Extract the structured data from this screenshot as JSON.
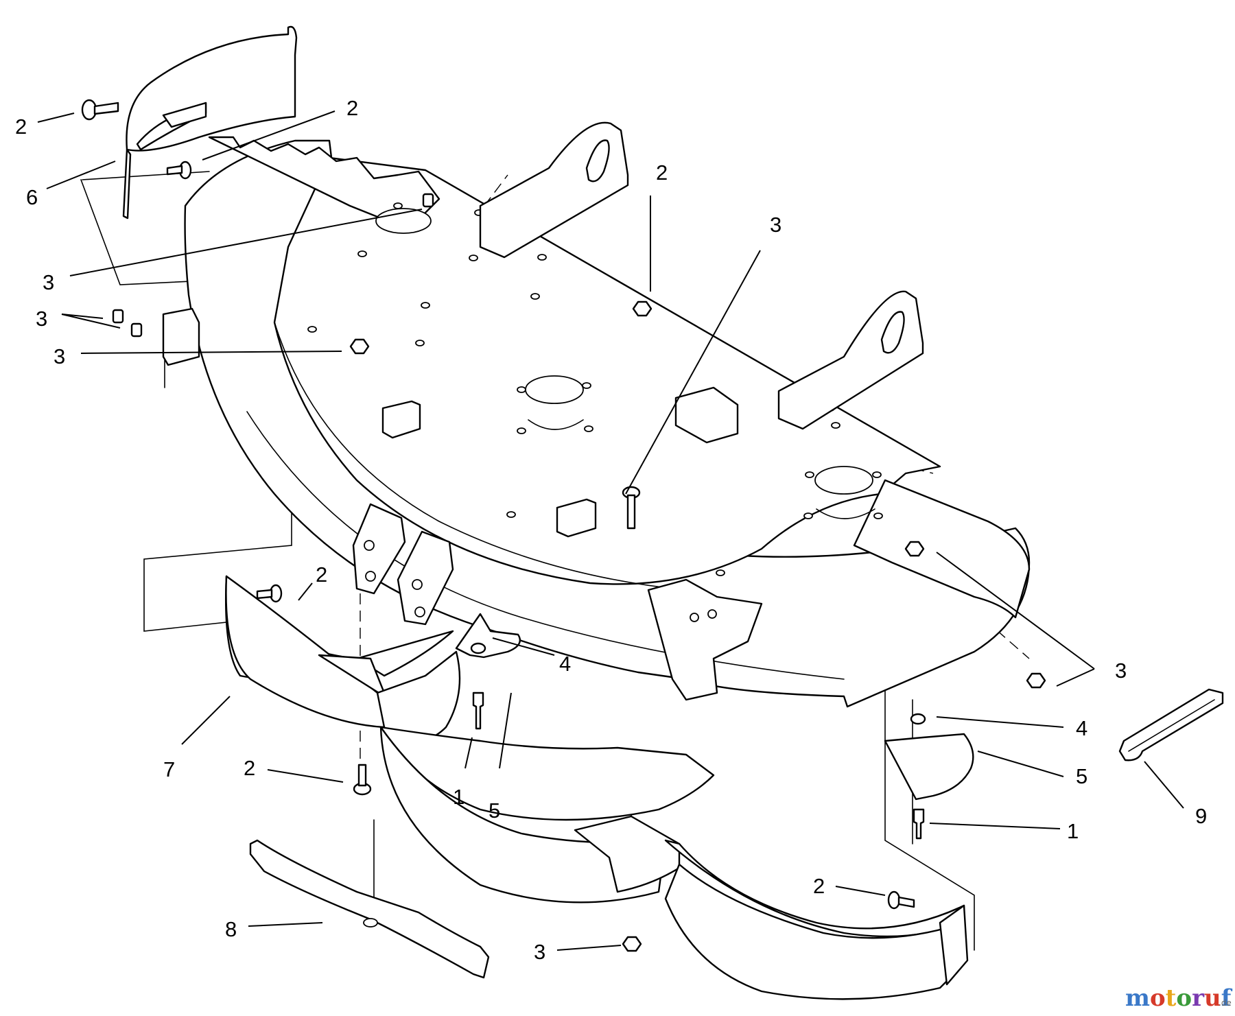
{
  "callouts": [
    {
      "id": "c1",
      "label": "2"
    },
    {
      "id": "c2",
      "label": "2"
    },
    {
      "id": "c3",
      "label": "6"
    },
    {
      "id": "c4",
      "label": "3"
    },
    {
      "id": "c5",
      "label": "3"
    },
    {
      "id": "c6",
      "label": "3"
    },
    {
      "id": "c7",
      "label": "3"
    },
    {
      "id": "c8",
      "label": "2"
    },
    {
      "id": "c9",
      "label": "2"
    },
    {
      "id": "c10",
      "label": "4"
    },
    {
      "id": "c11",
      "label": "3"
    },
    {
      "id": "c12",
      "label": "7"
    },
    {
      "id": "c13",
      "label": "2"
    },
    {
      "id": "c14",
      "label": "1"
    },
    {
      "id": "c15",
      "label": "5"
    },
    {
      "id": "c16",
      "label": "4"
    },
    {
      "id": "c17",
      "label": "5"
    },
    {
      "id": "c18",
      "label": "9"
    },
    {
      "id": "c19",
      "label": "1"
    },
    {
      "id": "c20",
      "label": "2"
    },
    {
      "id": "c21",
      "label": "8"
    },
    {
      "id": "c22",
      "label": "3"
    }
  ],
  "watermark": {
    "text": "motoruf",
    "tld": ".de",
    "colors": [
      "#3a78c8",
      "#d63a2a",
      "#e8a61a",
      "#3a9a3a",
      "#7a3ab0",
      "#d63a2a",
      "#3a78c8"
    ]
  }
}
